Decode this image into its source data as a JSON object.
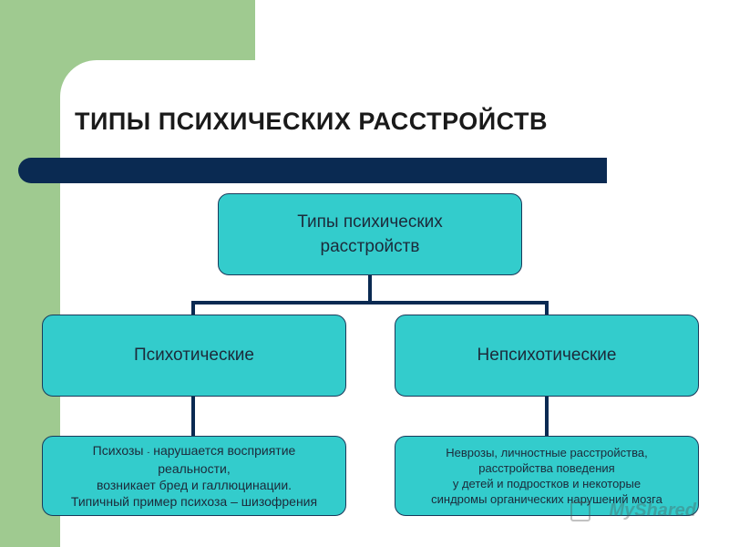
{
  "title": "ТИПЫ ПСИХИЧЕСКИХ РАССТРОЙСТВ",
  "colors": {
    "green": "#9fca90",
    "navy": "#0a2a52",
    "box": "#33cccc"
  },
  "root": {
    "line1": "Типы психических",
    "line2": "расстройств"
  },
  "left": {
    "label": "Психотические",
    "detail": {
      "lead": "Психозы",
      "dash": "-",
      "rest1": "нарушается восприятие",
      "line2": "реальности,",
      "line3": "возникает бред и галлюцинации.",
      "line4": "Типичный пример психоза – шизофрения"
    }
  },
  "right": {
    "label": "Непсихотические",
    "detail": {
      "line1": "Неврозы, личностные расстройства,",
      "line2": "расстройства поведения",
      "line3": "у детей и подростков и некоторые",
      "line4": "синдромы органических нарушений мозга"
    }
  },
  "watermark": "MyShared"
}
